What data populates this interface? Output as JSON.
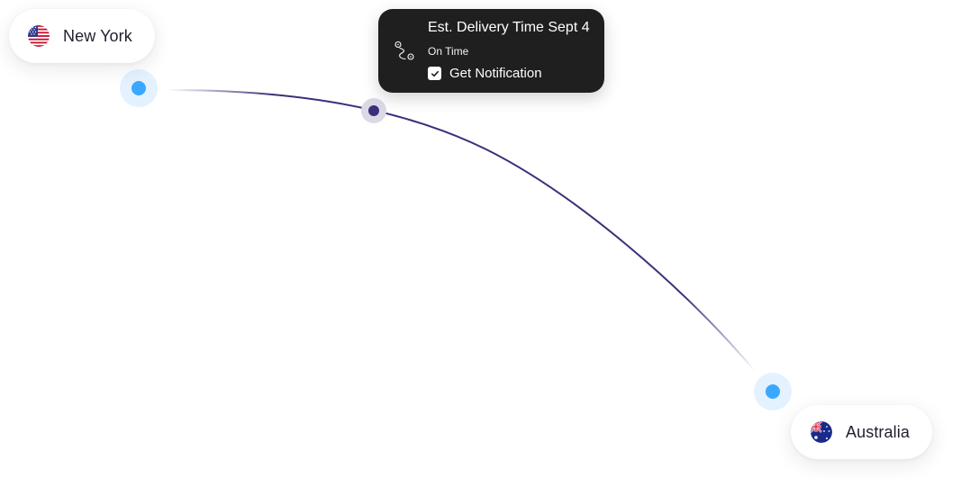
{
  "origin": {
    "city": "New York",
    "flag_icon": "us-flag-icon"
  },
  "destination": {
    "city": "Australia",
    "flag_icon": "australia-flag-icon"
  },
  "tracking_tooltip": {
    "title": "Est. Delivery Time Sept 4",
    "status": "On Time",
    "notification_label": "Get Notification",
    "notification_checked": true,
    "route_icon": "route-icon"
  },
  "colors": {
    "route_line": "#3b2f7a",
    "location_marker": "#3ba8ff",
    "location_marker_halo": "#e3f2fe",
    "shipment_marker": "#3b2f7a",
    "shipment_marker_halo": "#dcd9e7",
    "tooltip_background": "#1f1f1f"
  }
}
